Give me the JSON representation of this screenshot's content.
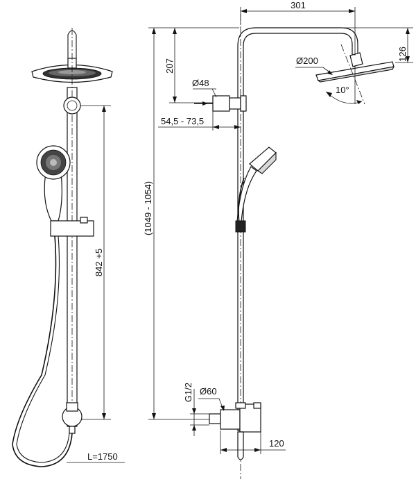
{
  "front_view": {
    "bar_height_label": "842 +5",
    "hose_length_label": "L=1750"
  },
  "side_view": {
    "arm_reach_label": "301",
    "arm_height_label": "207",
    "head_drop_label": "126",
    "head_diameter_label": "Ø200",
    "tilt_angle_label": "10°",
    "bracket_diameter_label": "Ø48",
    "wall_offset_label": "54,5 - 73,5",
    "total_height_label": "(1049 - 1054)",
    "inlet_thread_label": "G1/2",
    "mixer_diameter_label": "Ø60",
    "mixer_depth_label": "120"
  }
}
